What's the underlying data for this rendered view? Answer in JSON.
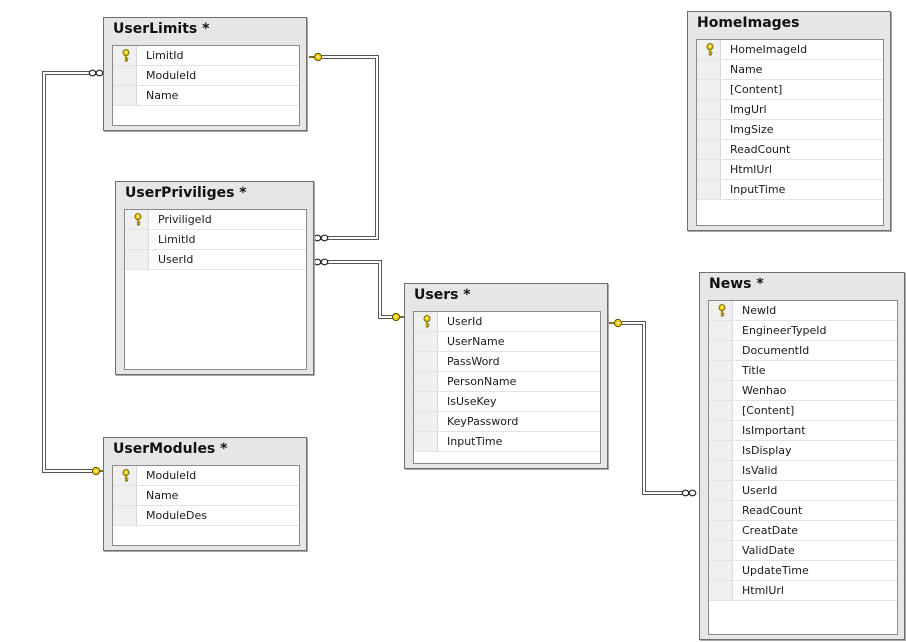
{
  "tables": [
    {
      "name": "UserLimits *",
      "columns": [
        {
          "name": "LimitId",
          "pk": true
        },
        {
          "name": "ModuleId",
          "pk": false
        },
        {
          "name": "Name",
          "pk": false
        }
      ]
    },
    {
      "name": "UserPriviliges *",
      "columns": [
        {
          "name": "PriviligeId",
          "pk": true
        },
        {
          "name": "LimitId",
          "pk": false
        },
        {
          "name": "UserId",
          "pk": false
        }
      ]
    },
    {
      "name": "UserModules *",
      "columns": [
        {
          "name": "ModuleId",
          "pk": true
        },
        {
          "name": "Name",
          "pk": false
        },
        {
          "name": "ModuleDes",
          "pk": false
        }
      ]
    },
    {
      "name": "Users *",
      "columns": [
        {
          "name": "UserId",
          "pk": true
        },
        {
          "name": "UserName",
          "pk": false
        },
        {
          "name": "PassWord",
          "pk": false
        },
        {
          "name": "PersonName",
          "pk": false
        },
        {
          "name": "IsUseKey",
          "pk": false
        },
        {
          "name": "KeyPassword",
          "pk": false
        },
        {
          "name": "InputTime",
          "pk": false
        }
      ]
    },
    {
      "name": "HomeImages",
      "columns": [
        {
          "name": "HomeImageId",
          "pk": true
        },
        {
          "name": "Name",
          "pk": false
        },
        {
          "name": "[Content]",
          "pk": false
        },
        {
          "name": "ImgUrl",
          "pk": false
        },
        {
          "name": "ImgSize",
          "pk": false
        },
        {
          "name": "ReadCount",
          "pk": false
        },
        {
          "name": "HtmlUrl",
          "pk": false
        },
        {
          "name": "InputTime",
          "pk": false
        }
      ]
    },
    {
      "name": "News *",
      "columns": [
        {
          "name": "NewId",
          "pk": true
        },
        {
          "name": "EngineerTypeId",
          "pk": false
        },
        {
          "name": "DocumentId",
          "pk": false
        },
        {
          "name": "Title",
          "pk": false
        },
        {
          "name": "Wenhao",
          "pk": false
        },
        {
          "name": "[Content]",
          "pk": false
        },
        {
          "name": "IsImportant",
          "pk": false
        },
        {
          "name": "IsDisplay",
          "pk": false
        },
        {
          "name": "IsValid",
          "pk": false
        },
        {
          "name": "UserId",
          "pk": false
        },
        {
          "name": "ReadCount",
          "pk": false
        },
        {
          "name": "CreatDate",
          "pk": false
        },
        {
          "name": "ValidDate",
          "pk": false
        },
        {
          "name": "UpdateTime",
          "pk": false
        },
        {
          "name": "HtmlUrl",
          "pk": false
        }
      ]
    }
  ],
  "relationships": [
    {
      "from": "UserPriviliges *",
      "to": "UserLimits *",
      "many_end": "UserPriviliges *",
      "one_end": "UserLimits *"
    },
    {
      "from": "UserPriviliges *",
      "to": "Users *",
      "many_end": "UserPriviliges *",
      "one_end": "Users *"
    },
    {
      "from": "UserLimits *",
      "to": "UserModules *",
      "many_end": "UserLimits *",
      "one_end": "UserModules *"
    },
    {
      "from": "News *",
      "to": "Users *",
      "many_end": "News *",
      "one_end": "Users *"
    }
  ],
  "colors": {
    "box_bg": "#e6e6e6",
    "box_border": "#6e6e6e",
    "line": "#555555",
    "key": "#f0d000"
  }
}
